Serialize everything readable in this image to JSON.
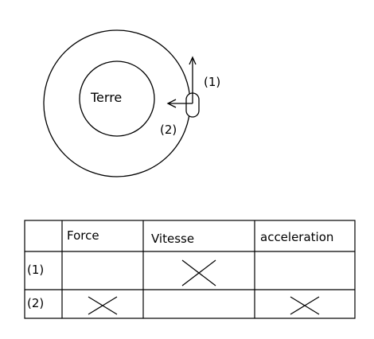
{
  "diagram": {
    "earth_label": "Terre",
    "arrow_labels": [
      "(1)",
      "(2)"
    ]
  },
  "table": {
    "headers": [
      "",
      "Force",
      "Vitesse",
      "acceleration"
    ],
    "rows": [
      {
        "label": "(1)",
        "marks": [
          false,
          true,
          false
        ]
      },
      {
        "label": "(2)",
        "marks": [
          true,
          false,
          true
        ]
      }
    ]
  },
  "colors": {
    "ink": "#000000",
    "background": "#ffffff"
  }
}
